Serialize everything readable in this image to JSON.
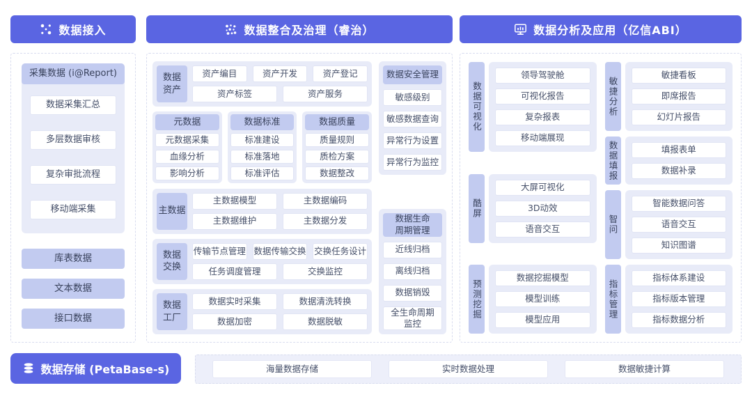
{
  "headers": {
    "ingest": "数据接入",
    "governance": "数据整合及治理（睿治）",
    "analysis": "数据分析及应用（亿信ABI）"
  },
  "ingest": {
    "collect": {
      "title": "采集数据 (i@Report)",
      "items": [
        "数据采集汇总",
        "多层数据审核",
        "复杂审批流程",
        "移动端采集"
      ]
    },
    "sources": [
      "库表数据",
      "文本数据",
      "接口数据"
    ]
  },
  "governance": {
    "assets": {
      "label": "数据\n资产",
      "row1": [
        "资产编目",
        "资产开发",
        "资产登记"
      ],
      "row2": [
        "资产标签",
        "资产服务"
      ]
    },
    "meta": {
      "title": "元数据",
      "items": [
        "元数据采集",
        "血缘分析",
        "影响分析"
      ]
    },
    "standard": {
      "title": "数据标准",
      "items": [
        "标准建设",
        "标准落地",
        "标准评估"
      ]
    },
    "quality": {
      "title": "数据质量",
      "items": [
        "质量规则",
        "质检方案",
        "数据整改"
      ]
    },
    "master": {
      "label": "主数据",
      "row1": [
        "主数据模型",
        "主数据编码"
      ],
      "row2": [
        "主数据维护",
        "主数据分发"
      ]
    },
    "exchange": {
      "label": "数据\n交换",
      "row1": [
        "传输节点管理",
        "数据传输交换",
        "交换任务设计"
      ],
      "row2": [
        "任务调度管理",
        "交换监控"
      ]
    },
    "factory": {
      "label": "数据\n工厂",
      "row1": [
        "数据实时采集",
        "数据清洗转换"
      ],
      "row2": [
        "数据加密",
        "数据脱敏"
      ]
    },
    "security": {
      "title": "数据安全管理",
      "items": [
        "敏感级别",
        "敏感数据查询",
        "异常行为设置",
        "异常行为监控"
      ]
    },
    "lifecycle": {
      "title": "数据生命\n周期管理",
      "items": [
        "近线归档",
        "离线归档",
        "数据销毁",
        "全生命周期\n监控"
      ]
    }
  },
  "analysis": {
    "visual": {
      "label": "数据可视化",
      "items": [
        "领导驾驶舱",
        "可视化报告",
        "复杂报表",
        "移动端展现"
      ]
    },
    "coolscreen": {
      "label": "酷屏",
      "items": [
        "大屏可视化",
        "3D动效",
        "语音交互"
      ]
    },
    "mining": {
      "label": "预测挖掘",
      "items": [
        "数据挖掘模型",
        "模型训练",
        "模型应用"
      ]
    },
    "agile": {
      "label": "敏捷分析",
      "items": [
        "敏捷看板",
        "即席报告",
        "幻灯片报告"
      ]
    },
    "filling": {
      "label": "数据填报",
      "items": [
        "填报表单",
        "数据补录"
      ]
    },
    "qa": {
      "label": "智问",
      "items": [
        "智能数据问答",
        "语音交互",
        "知识图谱"
      ]
    },
    "metrics": {
      "label": "指标管理",
      "items": [
        "指标体系建设",
        "指标版本管理",
        "指标数据分析"
      ]
    }
  },
  "storage": {
    "label": "数据存储 (PetaBase-s)"
  },
  "compute": {
    "items": [
      "海量数据存储",
      "实时数据处理",
      "数据敏捷计算"
    ]
  },
  "colors": {
    "primary": "#5a65e2",
    "tag_bg": "#c2cbf0",
    "group_bg": "#e8ebf8",
    "dashed_border": "#d8dcef",
    "text": "#3e4861"
  }
}
